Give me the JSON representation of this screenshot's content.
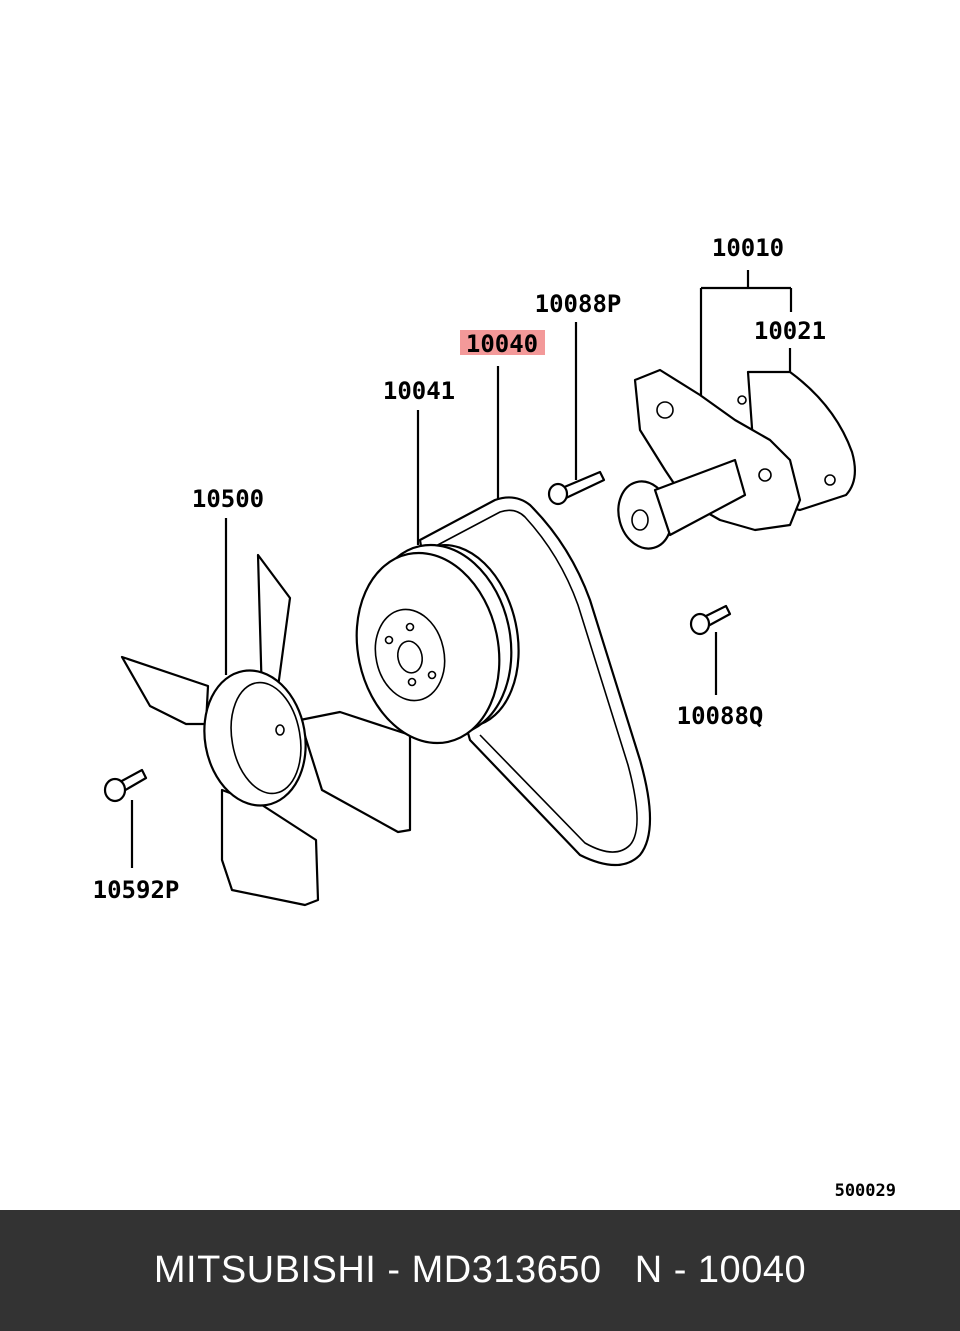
{
  "parts": {
    "p10010": "10010",
    "p10021": "10021",
    "p10088P": "10088P",
    "p10040": "10040",
    "p10041": "10041",
    "p10500": "10500",
    "p10088Q": "10088Q",
    "p10592P": "10592P"
  },
  "highlighted_part": "10040",
  "highlight_color": "#f08080",
  "figure_ref": "500029",
  "footer": {
    "text": "MITSUBISHI - MD313650   N - 10040",
    "background": "#333333"
  }
}
